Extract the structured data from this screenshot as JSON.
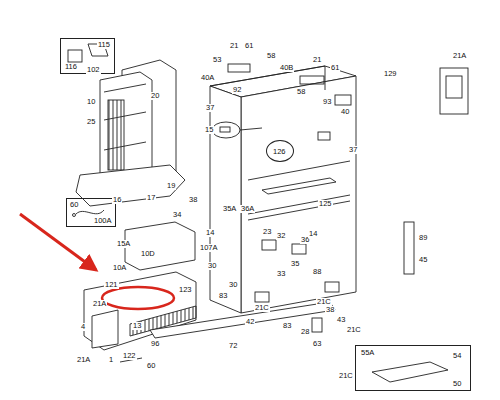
{
  "diagram": {
    "nodes": [
      {
        "text": [
          "116",
          "115"
        ]
      },
      {
        "text": [
          "126"
        ]
      },
      {
        "text": [
          "60",
          "100A"
        ]
      },
      {
        "text": [
          "55A",
          "54",
          "50"
        ]
      }
    ],
    "labels": [
      "102",
      "10",
      "25",
      "20",
      "17",
      "16",
      "19",
      "21",
      "61",
      "58",
      "53",
      "40A",
      "40B",
      "21",
      "61",
      "92",
      "37",
      "58",
      "40",
      "93",
      "37",
      "125",
      "15",
      "129",
      "21A",
      "38",
      "35A",
      "36A",
      "34",
      "14",
      "23",
      "32",
      "36",
      "35",
      "33",
      "14",
      "88",
      "30",
      "89",
      "45",
      "15A",
      "10D",
      "107A",
      "10A",
      "121",
      "123",
      "13",
      "96",
      "122",
      "21A",
      "4",
      "21A",
      "1",
      "60",
      "72",
      "30",
      "83",
      "42",
      "21C",
      "83",
      "21C",
      "43",
      "63",
      "38",
      "21C",
      "21C",
      "28"
    ]
  }
}
